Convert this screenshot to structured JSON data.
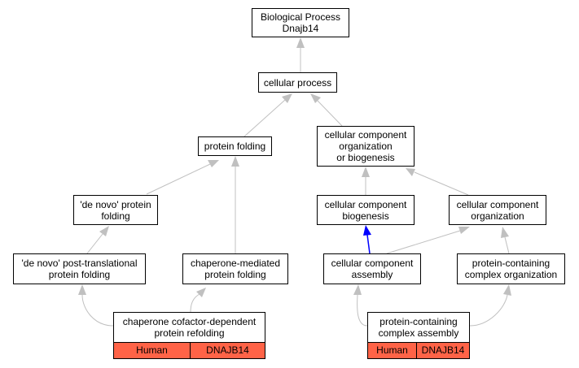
{
  "diagram": {
    "nodes": {
      "root": [
        "Biological Process",
        "Dnajb14"
      ],
      "cellular_process": [
        "cellular process"
      ],
      "protein_folding": [
        "protein folding"
      ],
      "ccob": [
        "cellular component",
        "organization",
        "or biogenesis"
      ],
      "de_novo_folding": [
        "'de novo' protein",
        "folding"
      ],
      "ccb": [
        "cellular component",
        "biogenesis"
      ],
      "cco": [
        "cellular component",
        "organization"
      ],
      "de_novo_post": [
        "'de novo' post-translational",
        "protein folding"
      ],
      "chaperone_mediated": [
        "chaperone-mediated",
        "protein folding"
      ],
      "cca": [
        "cellular component",
        "assembly"
      ],
      "pcco": [
        "protein-containing",
        "complex organization"
      ],
      "chaperone_cofactor": [
        "chaperone cofactor-dependent",
        "protein refolding"
      ],
      "pcca": [
        "protein-containing",
        "complex assembly"
      ]
    },
    "tags": {
      "left": {
        "species": "Human",
        "gene": "DNAJB14"
      },
      "right": {
        "species": "Human",
        "gene": "DNAJB14"
      }
    },
    "colors": {
      "edge": "#c0c0c0",
      "highlight_edge": "#0000ff",
      "tag_fill": "#ff6347"
    }
  }
}
